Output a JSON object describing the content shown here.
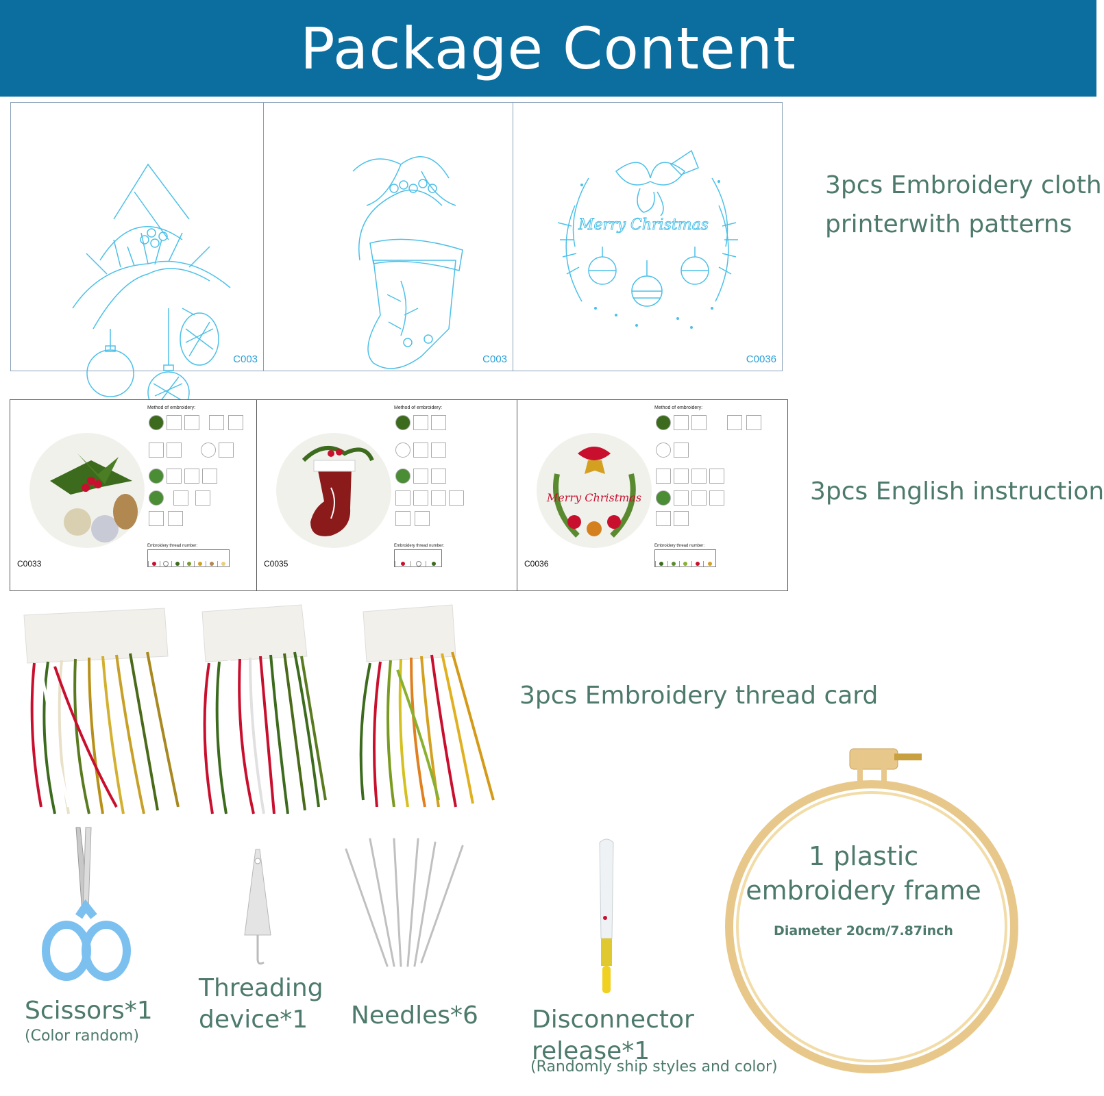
{
  "header": {
    "title": "Package Content"
  },
  "cloths": [
    {
      "code": "C003"
    },
    {
      "code": "C003"
    },
    {
      "code": "C0036",
      "text": "Merry Christmas"
    }
  ],
  "cloth_label": [
    "3pcs Embroidery cloth",
    "printerwith patterns"
  ],
  "instructions": [
    {
      "code": "C0033",
      "method": "Method of embroidery:",
      "thread": "Embroidery thread number:"
    },
    {
      "code": "C0035",
      "method": "Method of embroidery:",
      "thread": "Embroidery thread number:"
    },
    {
      "code": "C0036",
      "method": "Method of embroidery:",
      "thread": "Embroidery thread number:",
      "text": "Merry Christmas"
    }
  ],
  "instruction_label": "3pcs English instruction",
  "thread_label": "3pcs Embroidery thread card",
  "items": {
    "scissors": {
      "label": "Scissors*1",
      "note": "(Color random)"
    },
    "threading": {
      "label_1": "Threading",
      "label_2": "device*1"
    },
    "needles": {
      "label": "Needles*6"
    },
    "disconnector": {
      "label_1": "Disconnector",
      "label_2": "release*1",
      "note": "(Randomly ship styles and color)"
    },
    "frame": {
      "label_1": "1 plastic",
      "label_2": "embroidery frame",
      "note": "Diameter 20cm/7.87inch"
    }
  },
  "colors": {
    "banner": "#0b6e9e",
    "pattern_blue": "#4cc0e8",
    "label_green": "#4d7a6c",
    "red": "#c8102e",
    "green": "#3c6b1e",
    "gold": "#d4a020",
    "frame": "#e8c88a"
  }
}
